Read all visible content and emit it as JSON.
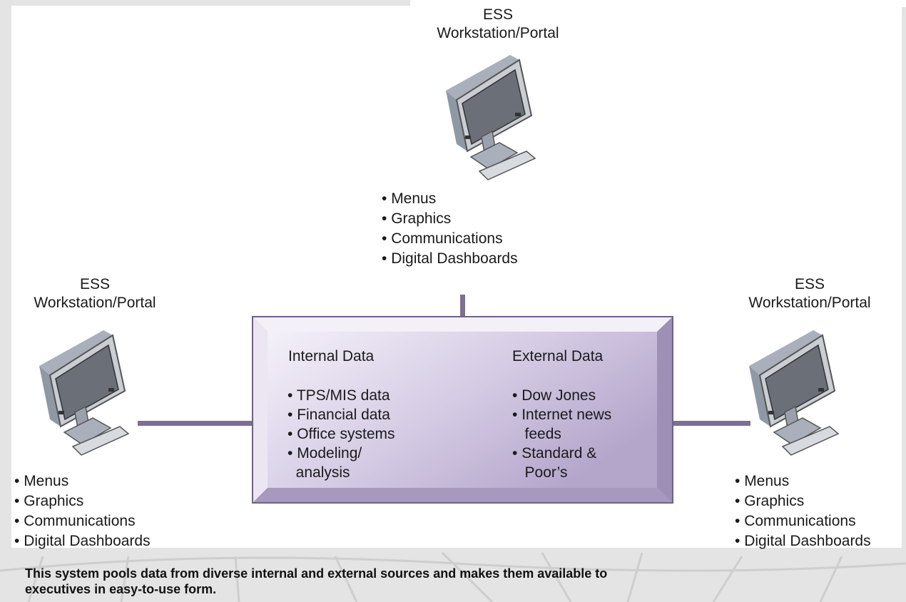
{
  "workstation_title_line1": "ESS",
  "workstation_title_line2": "Workstation/Portal",
  "workstation_features": [
    "Menus",
    "Graphics",
    "Communications",
    "Digital Dashboards"
  ],
  "internal": {
    "heading": "Internal Data",
    "items": [
      [
        "TPS/MIS data"
      ],
      [
        "Financial data"
      ],
      [
        "Office systems"
      ],
      [
        "Modeling/",
        "analysis"
      ]
    ]
  },
  "external": {
    "heading": "External Data",
    "items": [
      [
        "Dow Jones"
      ],
      [
        "Internet news",
        "feeds"
      ],
      [
        "Standard &",
        "Poor’s"
      ]
    ]
  },
  "caption": "This system pools data from diverse internal and external sources and makes them available to executives in easy-to-use form.",
  "colors": {
    "connector": "#7d6f93",
    "box_light": "#f2eef8",
    "box_dark": "#b7a9cd",
    "box_border": "#6e6287"
  }
}
